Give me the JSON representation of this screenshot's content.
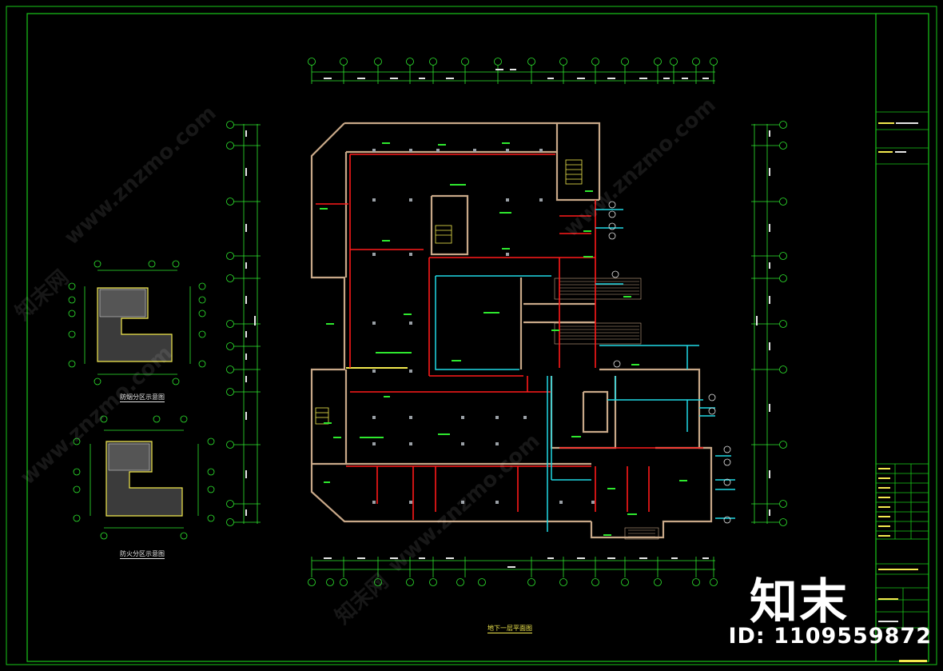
{
  "drawing": {
    "plan_title": "地下一层平面图",
    "subplan_1_title": "防烟分区示意图",
    "subplan_2_title": "防火分区示意图"
  },
  "watermark": {
    "brand": "知末",
    "id_text": "ID: 1109559872",
    "site": "www.znzmo.com",
    "diag_brand": "知末网"
  },
  "colors": {
    "frame": "#19c819",
    "wall": "#c8a888",
    "pipe_red": "#ff1a1a",
    "pipe_cyan": "#21d9e6",
    "axis": "#2ee82e",
    "hatch": "#f2e94e"
  }
}
